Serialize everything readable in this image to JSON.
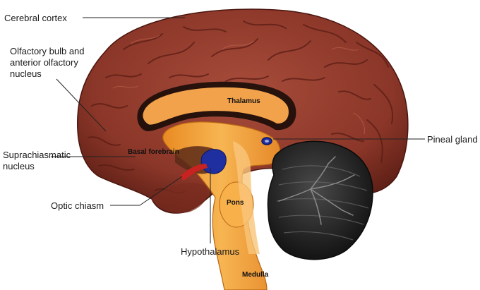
{
  "labels": {
    "cerebral_cortex": "Cerebral cortex",
    "olfactory_1": "Olfactory bulb and",
    "olfactory_2": "anterior olfactory",
    "olfactory_3": "nucleus",
    "suprachiasmatic_1": "Suprachiasmatic",
    "suprachiasmatic_2": "nucleus",
    "optic_chiasm": "Optic chiasm",
    "pineal_gland": "Pineal gland",
    "hypothalamus": "Hypothalamus",
    "thalamus": "Thalamus",
    "basal_forebrain": "Basal forebrain",
    "pons": "Pons",
    "medulla": "Medulla"
  },
  "colors": {
    "cortex": "#8e3a2c",
    "cortex_dark": "#5e1f16",
    "cortex_light": "#b65a46",
    "brainstem": "#f3a13c",
    "brainstem_light": "#f8c071",
    "cerebellum": "#2e2e2e",
    "nucleus": "#1f2fa0",
    "optic": "#c82320"
  }
}
